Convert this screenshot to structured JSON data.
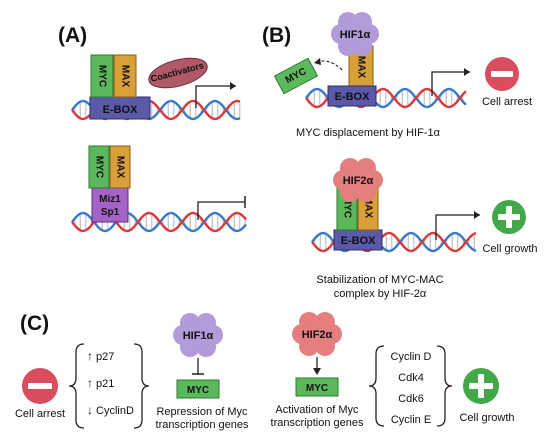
{
  "panels": {
    "a": {
      "label": "(A)"
    },
    "b": {
      "label": "(B)"
    },
    "c": {
      "label": "(C)"
    }
  },
  "proteins": {
    "myc": "MYC",
    "max": "MAX",
    "ebox": "E-BOX",
    "coactivators": "Coactivators",
    "miz1": "Miz1",
    "sp1": "Sp1",
    "hif1a": "HIF1α",
    "hif2a": "HIF2α"
  },
  "captions": {
    "b_top": "MYC displacement by HIF-1α",
    "b_bottom_line1": "Stabilization of MYC-MAC",
    "b_bottom_line2": "complex by HIF-2α",
    "repression_line1": "Repression of Myc",
    "repression_line2": "transcription genes",
    "activation_line1": "Activation of Myc",
    "activation_line2": "transcription genes"
  },
  "outcomes": {
    "cell_arrest": "Cell arrest",
    "cell_growth": "Cell growth"
  },
  "repressed_list": [
    {
      "arrow": "↑",
      "name": "p27"
    },
    {
      "arrow": "↑",
      "name": "p21"
    },
    {
      "arrow": "↓",
      "name": "CyclinD"
    }
  ],
  "activated_list": [
    "Cyclin D",
    "Cdk4",
    "Cdk6",
    "Cyclin E"
  ],
  "colors": {
    "myc": "#5cb85c",
    "max": "#d9a03a",
    "ebox": "#5a5aa8",
    "miz1": "#a463c8",
    "coactivators": "#b05a68",
    "hif1a": "#b39ad9",
    "hif2a": "#e57f7f",
    "dna_red": "#d83a3a",
    "dna_blue": "#3a78c8",
    "arrest": "#d94d5e",
    "growth": "#43a84a"
  }
}
